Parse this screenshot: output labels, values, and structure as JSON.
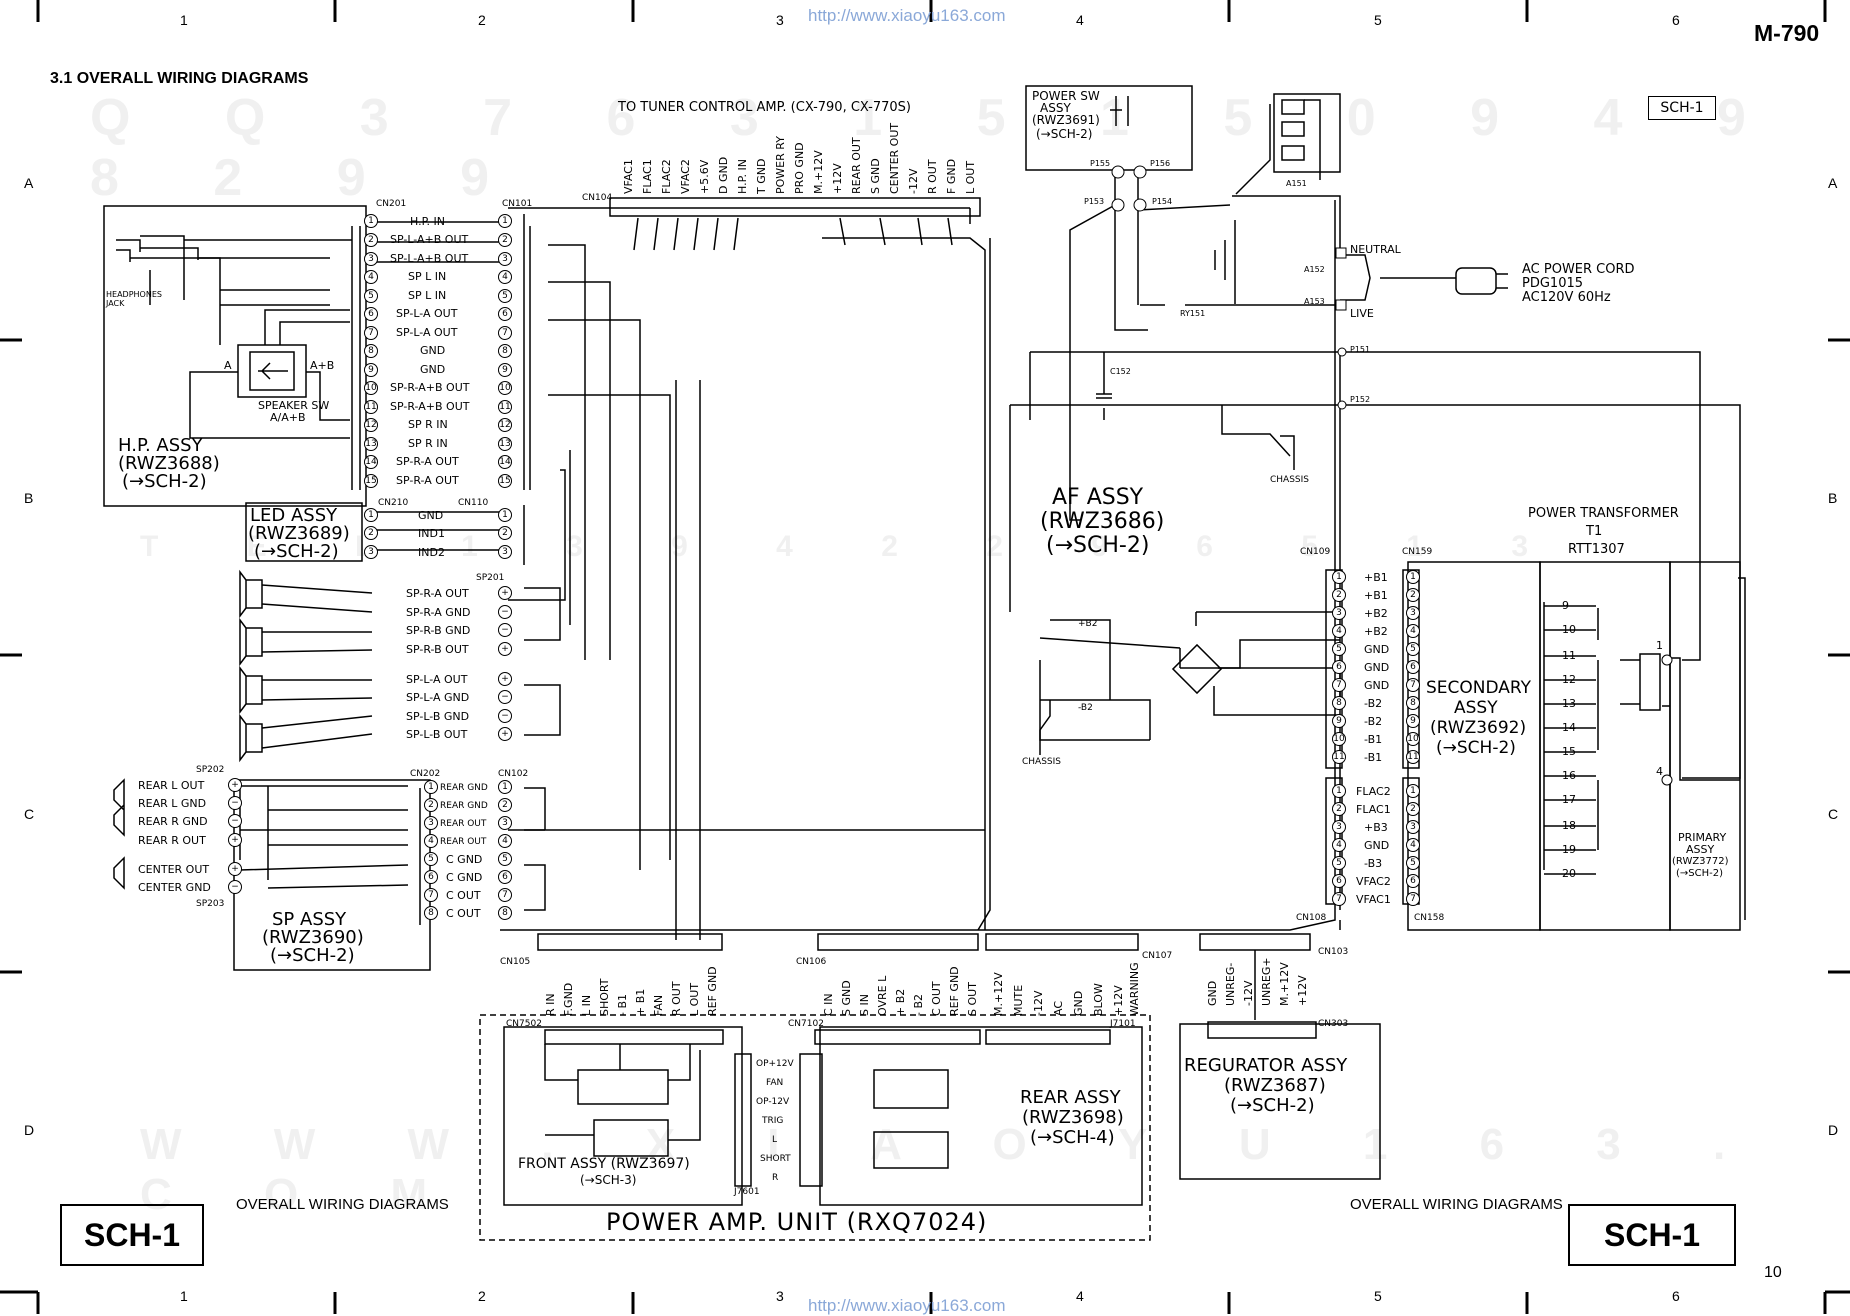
{
  "header": {
    "model": "M-790",
    "url_top": "http://www.xiaoyu163.com",
    "url_bottom": "http://www.xiaoyu163.com",
    "section_title": "3.1 OVERALL WIRING DIAGRAMS",
    "sch_tag": "SCH-1",
    "page_number": "10"
  },
  "grid": {
    "columns": [
      "1",
      "2",
      "3",
      "4",
      "5",
      "6"
    ],
    "rows": [
      "A",
      "B",
      "C",
      "D"
    ]
  },
  "watermarks": [
    "Q Q 3 7 6 3 1 5 1 5 0 9 4 9 8 2 9 9",
    "T E L 1 3 9 4 2 2 9 6 5 1 3",
    "W W W . X I A O Y U 1 6 3 . C O M"
  ],
  "footer": {
    "label_left": "OVERALL WIRING DIAGRAMS",
    "label_right": "OVERALL WIRING DIAGRAMS",
    "sch_left": "SCH-1",
    "sch_right": "SCH-1"
  },
  "tuner": {
    "title": "TO TUNER CONTROL AMP. (CX-790, CX-770S)",
    "connector": "CN104",
    "pins": [
      "VFAC1",
      "FLAC1",
      "FLAC2",
      "VFAC2",
      "+5.6V",
      "D GND",
      "H.P. IN",
      "T GND",
      "POWER RY",
      "PRO GND",
      "M.+12V",
      "+12V",
      "REAR OUT",
      "S GND",
      "CENTER OUT",
      "-12V",
      "R OUT",
      "F GND",
      "L OUT"
    ]
  },
  "power_sw": {
    "title": "POWER SW",
    "assy": "ASSY",
    "part": "(RWZ3691)",
    "ref": "(→SCH-2)"
  },
  "hp_assy": {
    "name": "H.P. ASSY",
    "part": "(RWZ3688)",
    "ref": "(→SCH-2)",
    "connector": "CN201",
    "headphones": "HEADPHONES JACK",
    "speaker_sw": "SPEAKER SW",
    "speaker_sw_sub": "A/A+B",
    "sw_a": "A",
    "sw_ab": "A+B"
  },
  "cn101": {
    "connector": "CN101",
    "pins": [
      "H.P. IN",
      "SP-L-A+B OUT",
      "SP-L-A+B OUT",
      "SP L IN",
      "SP L IN",
      "SP-L-A OUT",
      "SP-L-A OUT",
      "GND",
      "GND",
      "SP-R-A+B OUT",
      "SP-R-A+B OUT",
      "SP R IN",
      "SP R IN",
      "SP-R-A OUT",
      "SP-R-A OUT"
    ]
  },
  "led_assy": {
    "name": "LED ASSY",
    "part": "(RWZ3689)",
    "ref": "(→SCH-2)",
    "connector": "CN210",
    "connector2": "CN110",
    "pins": [
      "GND",
      "IND1",
      "IND2"
    ]
  },
  "sp201": {
    "connector": "SP201",
    "pins": [
      "SP-R-A OUT",
      "SP-R-A GND",
      "SP-R-B GND",
      "SP-R-B OUT",
      "SP-L-A OUT",
      "SP-L-A GND",
      "SP-L-B GND",
      "SP-L-B OUT"
    ]
  },
  "sp_assy": {
    "name": "SP ASSY",
    "part": "(RWZ3690)",
    "ref": "(→SCH-2)",
    "sp202": "SP202",
    "sp203": "SP203",
    "cn202": "CN202",
    "cn102": "CN102",
    "terminals": [
      "REAR L OUT",
      "REAR L GND",
      "REAR R GND",
      "REAR R OUT",
      "CENTER OUT",
      "CENTER GND"
    ],
    "cn202_pins": [
      "REAR GND",
      "REAR GND",
      "REAR OUT",
      "REAR OUT",
      "C GND",
      "C GND",
      "C OUT",
      "C OUT"
    ]
  },
  "af_assy": {
    "name": "AF ASSY",
    "part": "(RWZ3686)",
    "ref": "(→SCH-2)"
  },
  "power": {
    "cord_title": "AC POWER CORD",
    "cord_part": "PDG1015",
    "cord_spec": "AC120V 60Hz",
    "neutral": "NEUTRAL",
    "live": "LIVE",
    "transformer": "POWER TRANSFORMER",
    "t1": "T1",
    "transformer_part": "RTT1307",
    "chassis": "CHASSIS",
    "refs": [
      "P155",
      "P156",
      "P153",
      "P154",
      "A151",
      "A152",
      "A153",
      "RY151",
      "P151",
      "P152",
      "C152"
    ],
    "b2_plus": "+B2",
    "b2_minus": "-B2"
  },
  "cn109": {
    "connector": "CN109",
    "connector2": "CN159",
    "pins": [
      "+B1",
      "+B1",
      "+B2",
      "+B2",
      "GND",
      "GND",
      "GND",
      "-B2",
      "-B2",
      "-B1",
      "-B1"
    ]
  },
  "cn108": {
    "connector": "CN108",
    "connector2": "CN158",
    "pins": [
      "FLAC2",
      "FLAC1",
      "+B3",
      "GND",
      "-B3",
      "VFAC2",
      "VFAC1"
    ]
  },
  "secondary_assy": {
    "name": "SECONDARY",
    "assy": "ASSY",
    "part": "(RWZ3692)",
    "ref": "(→SCH-2)"
  },
  "primary_assy": {
    "name": "PRIMARY",
    "assy": "ASSY",
    "part": "(RWZ3772)",
    "ref": "(→SCH-2)"
  },
  "transformer_taps": [
    "9",
    "10",
    "11",
    "12",
    "13",
    "14",
    "15",
    "16",
    "17",
    "18",
    "19",
    "20",
    "1",
    "4"
  ],
  "cn105": {
    "connector": "CN105",
    "pins": [
      "R IN",
      "F.GND",
      "L IN",
      "SHORT",
      "- B1",
      "+ B1",
      "FAN",
      "R OUT",
      "L OUT",
      "REF GND"
    ]
  },
  "cn106": {
    "connector": "CN106",
    "pins": [
      "C IN",
      "S GND",
      "S IN",
      "OVRE L",
      "+ B2",
      "- B2",
      "C OUT",
      "REF GND",
      "S OUT"
    ]
  },
  "cn107": {
    "connector": "CN107",
    "pins": [
      "M.+12V",
      "MUTE",
      "-12V",
      "AC",
      "GND",
      "BLOW",
      "+12V",
      "WARNING"
    ]
  },
  "cn103": {
    "connector": "CN103",
    "pins": [
      "GND",
      "UNREG-",
      "-12V",
      "UNREG+",
      "M.+12V",
      "+12V"
    ]
  },
  "power_amp": {
    "title": "POWER AMP. UNIT (RXQ7024)",
    "cn7502": "CN7502",
    "cn7102": "CN7102",
    "j7101": "J7101",
    "j7601": "J7601",
    "j_pins": [
      "OP+12V",
      "FAN",
      "OP-12V",
      "TRIG",
      "L",
      "SHORT",
      "R"
    ],
    "front": "FRONT ASSY (RWZ3697)",
    "front_ref": "(→SCH-3)",
    "rear": "REAR ASSY",
    "rear_part": "(RWZ3698)",
    "rear_ref": "(→SCH-4)"
  },
  "regurator": {
    "name": "REGURATOR ASSY",
    "part": "(RWZ3687)",
    "ref": "(→SCH-2)",
    "connector": "CN303"
  }
}
